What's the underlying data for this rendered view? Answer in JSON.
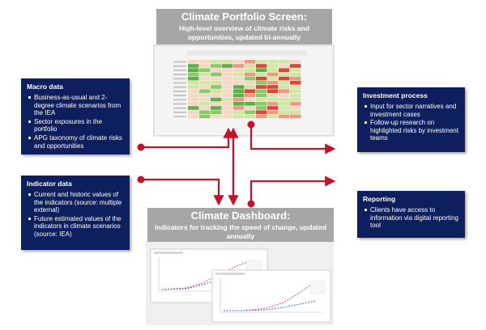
{
  "screen": {
    "title": "Climate Portfolio Screen:",
    "subtitle": "High-level overview of climate risks and opportunities, updated bi-annually"
  },
  "dashboard": {
    "title": "Climate Dashboard:",
    "subtitle": "Indicators for tracking the speed of change, updated annually"
  },
  "macro": {
    "heading": "Macro data",
    "items": [
      "Business-as-usual and 2-degree climate scenarios from the IEA",
      "Sector exposures in the portfolio",
      "APG taxonomy of climate risks and opportunities"
    ]
  },
  "indicator": {
    "heading": "Indicator data",
    "items": [
      "Current and historic values of the indicators (source: multiple external)",
      "Future estimated values of the indicators in climate scenarios (source: IEA)"
    ]
  },
  "investment": {
    "heading": "Investment process",
    "items": [
      "Input for sector narratives and investment cases",
      "Follow-up research on highlighted risks by investment teams"
    ]
  },
  "reporting": {
    "heading": "Reporting",
    "items": [
      "Clients have access to information via digital reporting tool"
    ]
  },
  "colors": {
    "navy": "#0d1f5c",
    "arrow": "#c0142b",
    "header_gray": "#a6a6a6",
    "heat_red": "#d9473b",
    "heat_green": "#5fae4a"
  }
}
